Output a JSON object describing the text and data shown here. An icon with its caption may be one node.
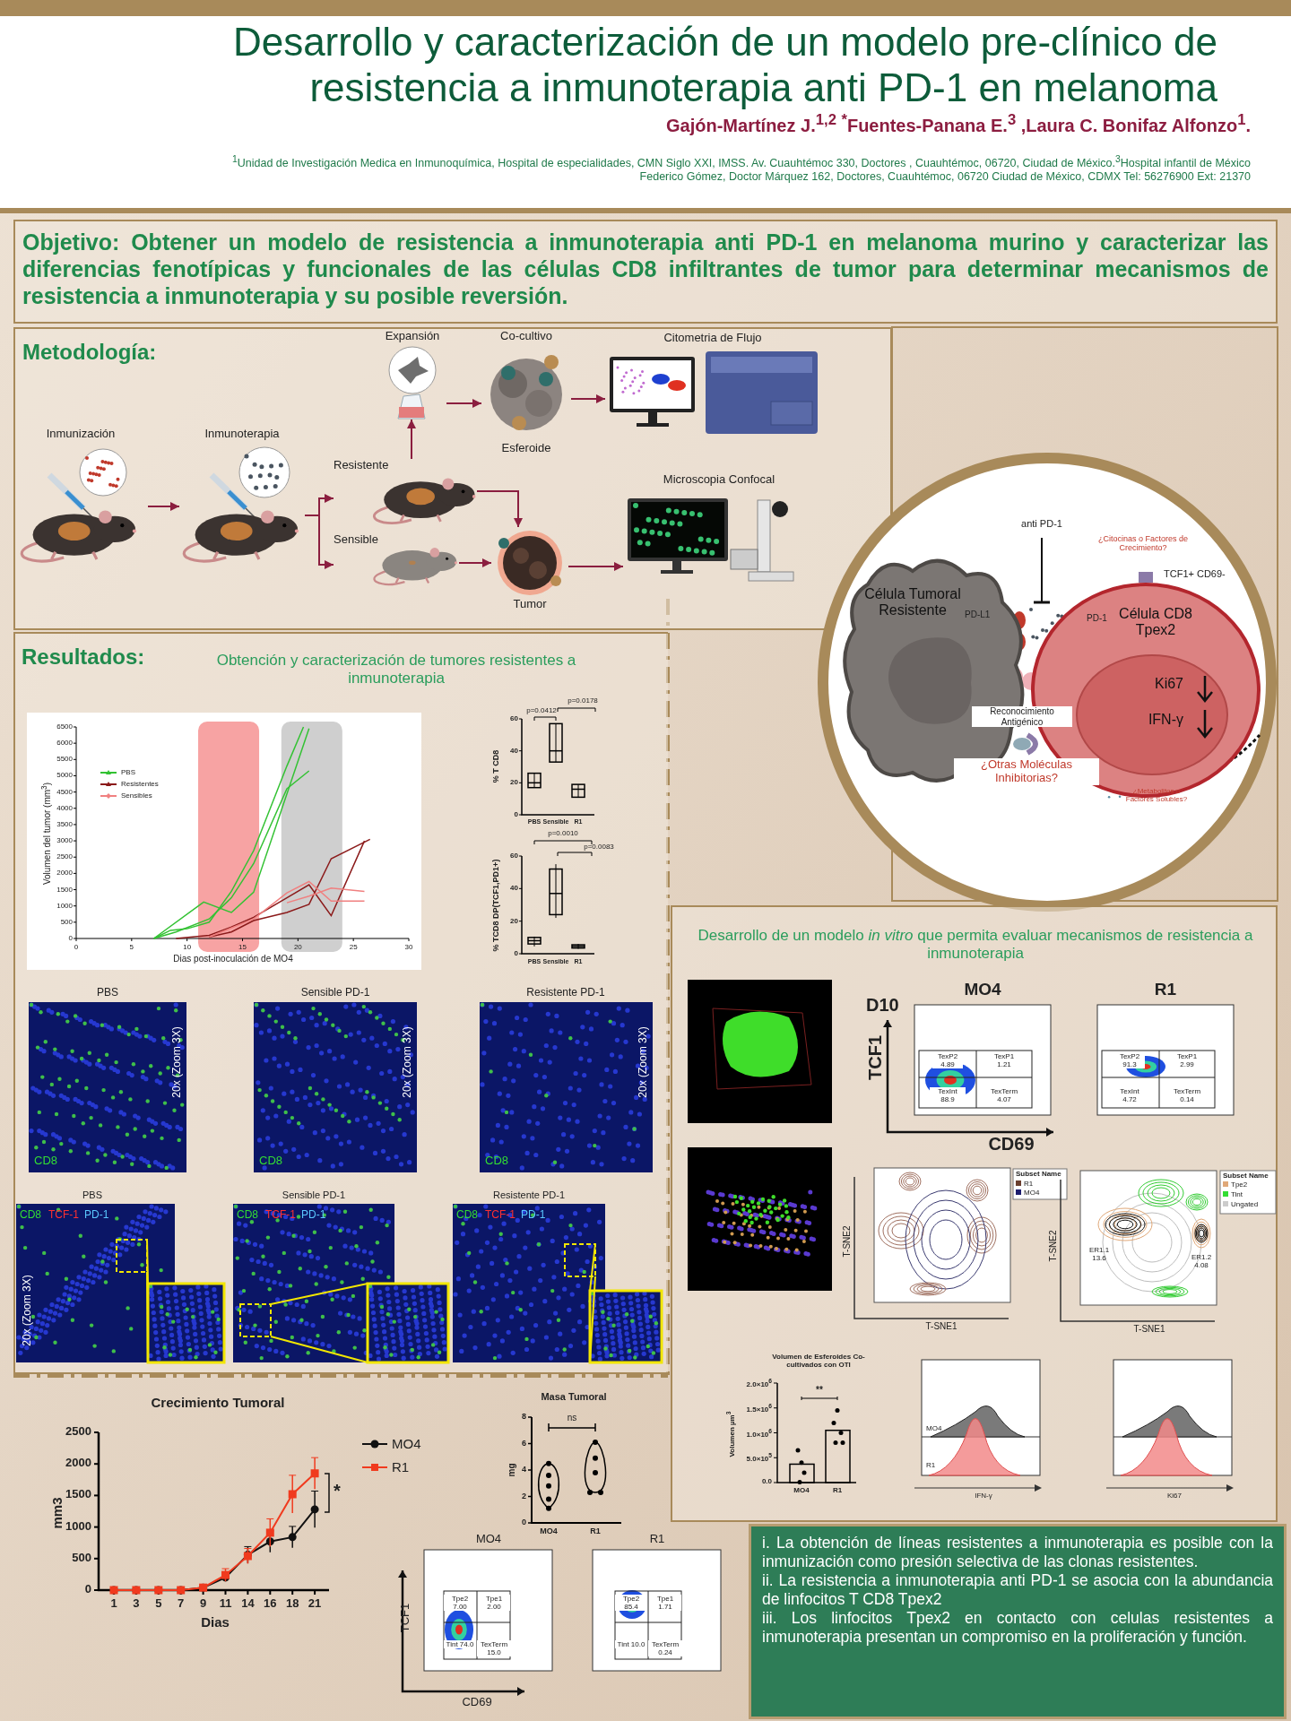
{
  "diagram": {
    "title": "Desarrollo y caracterización de un modelo pre-clínico de resistencia a inmunoterapia anti PD-1 en melanoma",
    "nodes": [
      {
        "text": [
          "Objetivo: Obtener un modelo de resistencia a inmunoterapia anti PD-1 en melanoma murino y caracterizar las diferencias fenotípicas y funcionales de las células CD8 infiltrantes de tumor para determinar mecanismos de resistencia a inmunoterapia y su posible reversión."
        ]
      },
      {
        "text": [
          "Metodología:"
        ]
      },
      {
        "text": [
          "Inmunización"
        ],
        "in": 1
      },
      {
        "text": [
          "Inmunoterapia"
        ],
        "in": 1
      },
      {
        "text": [
          "Resistente"
        ],
        "in": 1
      },
      {
        "text": [
          "Sensible"
        ],
        "in": 1
      },
      {
        "text": [
          "Expansión"
        ],
        "in": 1
      },
      {
        "text": [
          "Co-cultivo",
          "Esferoide"
        ],
        "in": 1
      },
      {
        "text": [
          "Citometria de Flujo"
        ],
        "in": 1
      },
      {
        "text": [
          "Tumor"
        ],
        "in": 1
      },
      {
        "text": [
          "Microscopia Confocal"
        ],
        "in": 1
      },
      {
        "text": [],
        "shape": "circle"
      },
      {
        "text": [
          "Célula Tumoral Resistente"
        ],
        "in": 11
      },
      {
        "text": [
          "Célula CD8 Tpex2"
        ],
        "in": 11
      },
      {
        "text": [
          "Ki67",
          "IFN-γ"
        ],
        "in": 13
      },
      {
        "text": [
          "Resultados:",
          "Obtención y caracterización de tumores resistentes a inmunoterapia"
        ]
      },
      {
        "text": [
          "Desarrollo de un modelo *in vitro* que permita evaluar mecanismos de resistencia a inmunoterapia"
        ]
      },
      {
        "text": [
          "i. La obtención de líneas resistentes a inmunoterapia es posible con la inmunización como presión selectiva de las clonas resistentes.",
          "ii. La resistencia a inmunoterapia anti PD-1 se asocia con la abundancia de linfocitos T CD8 Tpex2",
          "iii. Los linfocitos Tpex2 en contacto con celulas resistentes a inmunoterapia presentan un compromiso en la proliferación y función."
        ]
      }
    ],
    "edges": [
      {
        "from": 2,
        "to": 3,
        "arrow": "to"
      },
      {
        "from": 3,
        "to": 4,
        "arrow": "to"
      },
      {
        "from": 3,
        "to": 5,
        "arrow": "to"
      },
      {
        "from": 4,
        "to": 6,
        "arrow": "to"
      },
      {
        "from": 6,
        "to": 7,
        "arrow": "to"
      },
      {
        "from": 7,
        "to": 8,
        "arrow": "to"
      },
      {
        "from": 4,
        "to": 9,
        "arrow": "to"
      },
      {
        "from": 5,
        "to": 9,
        "arrow": "to"
      },
      {
        "from": 9,
        "to": 10,
        "arrow": "to"
      }
    ],
    "labels": [
      "Gajón-Martínez J.$^{1,2}$ $^{*}$Fuentes-Panana E.$^{3}$ ,Laura C. Bonifaz Alfonzo$^{1}$.",
      "$^{1}$Unidad de Investigación Medica en Inmunoquímica, Hospital de especialidades, CMN Siglo XXI, IMSS. Av. Cuauhtémoc 330, Doctores , Cuauhtémoc, 06720, Ciudad de México.$^{3}$Hospital infantil de México Federico Gómez, Doctor Márquez 162, Doctores, Cuauhtémoc, 06720 Ciudad de México, CDMX Tel: 56276900 Ext: 21370",
      "anti PD-1",
      "¿Citocinas o Factores de Crecimiento?",
      "TCF1+ CD69-",
      "PD-L1",
      "PD-1",
      "Reconocimiento Antigénico",
      "¿Otras Moléculas Inhibitorias?",
      "¿Metabolitos o Factores Solubles?",
      "0",
      "500",
      "1000",
      "1500",
      "2000",
      "2500",
      "3000",
      "3500",
      "4000",
      "4500",
      "5000",
      "5500",
      "6000",
      "6500",
      "0",
      "5",
      "10",
      "15",
      "20",
      "25",
      "30",
      "Volumen del tumor (mm$^{3}$)",
      "Dias post-inoculación de MO4",
      "0",
      "20",
      "40",
      "60",
      "% T CD8",
      "PBS",
      "Sensible",
      "R1",
      "p=0.0412",
      "p=0.0178",
      "0",
      "20",
      "40",
      "60",
      "% TCD8 DP(TCF1,PD1+)",
      "PBS",
      "Sensible",
      "R1",
      "p=0.0010",
      "p=0.0083",
      "PBS",
      "20x (Zoom 3X)",
      "CD8",
      "Sensible PD-1",
      "20x (Zoom 3X)",
      "CD8",
      "Resistente PD-1",
      "20x (Zoom 3X)",
      "CD8",
      "PBS",
      "CD8",
      "TCF-1",
      "PD-1",
      "20x (Zoom 3X)",
      "Sensible PD-1",
      "CD8",
      "TCF-1",
      "PD-1",
      "Resistente PD-1",
      "CD8",
      "TCF-1",
      "PD-1",
      "Crecimiento Tumoral",
      "0",
      "500",
      "1000",
      "1500",
      "2000",
      "2500",
      "1",
      "3",
      "5",
      "7",
      "9",
      "11",
      "14",
      "16",
      "18",
      "21",
      "mm3",
      "Dias",
      "*",
      "Masa Tumoral",
      "0",
      "2",
      "4",
      "6",
      "8",
      "mg",
      "MO4",
      "R1",
      "ns",
      "MO4",
      "TCF1",
      "Tpe2 7.00",
      "Tpe1 2.00",
      "Tint 74.0",
      "TexTerm 15.0",
      "CD69",
      "R1",
      "Tpe2 85.4",
      "Tpe1 1.71",
      "Tint 10.0",
      "TexTerm 0.24",
      "MO4",
      "R1",
      "D10",
      "TCF1",
      "TexP2 4.89",
      "TexP1 1.21",
      "TexInt 88.9",
      "TexTerm 4.07",
      "CD69",
      "TexP2 91.3",
      "TexP1 2.99",
      "TexInt 4.72",
      "TexTerm 0.14",
      "Subset Name",
      "T-SNE2",
      "T-SNE1",
      "Subset Name",
      "ER1.1 13.6",
      "ER1.2 4.08",
      "T-SNE2",
      "T-SNE1",
      "Volumen de Esferoides Co-cultivados con OTI",
      "0.0",
      "5.0×10$^{5}$",
      "1.0×10$^{6}$",
      "1.5×10$^{6}$",
      "2.0×10$^{6}$",
      "Volumen µm$^{3}$",
      "**",
      "MO4",
      "R1",
      "MO4",
      "R1",
      "IFN-γ",
      "Ki67"
    ],
    "legend": [
      {
        "text": "PBS"
      },
      {
        "text": "Resistentes"
      },
      {
        "text": "Sensibles"
      },
      {
        "text": "MO4"
      },
      {
        "text": "R1"
      },
      {
        "text": "R1",
        "color": "#6b3f2e"
      },
      {
        "text": "MO4",
        "color": "#1c1c6e"
      },
      {
        "text": "Tpe2",
        "color": "#e0a878"
      },
      {
        "text": "Tint",
        "color": "#33dd33"
      },
      {
        "text": "Ungated",
        "color": "#cccccc"
      }
    ]
  }
}
